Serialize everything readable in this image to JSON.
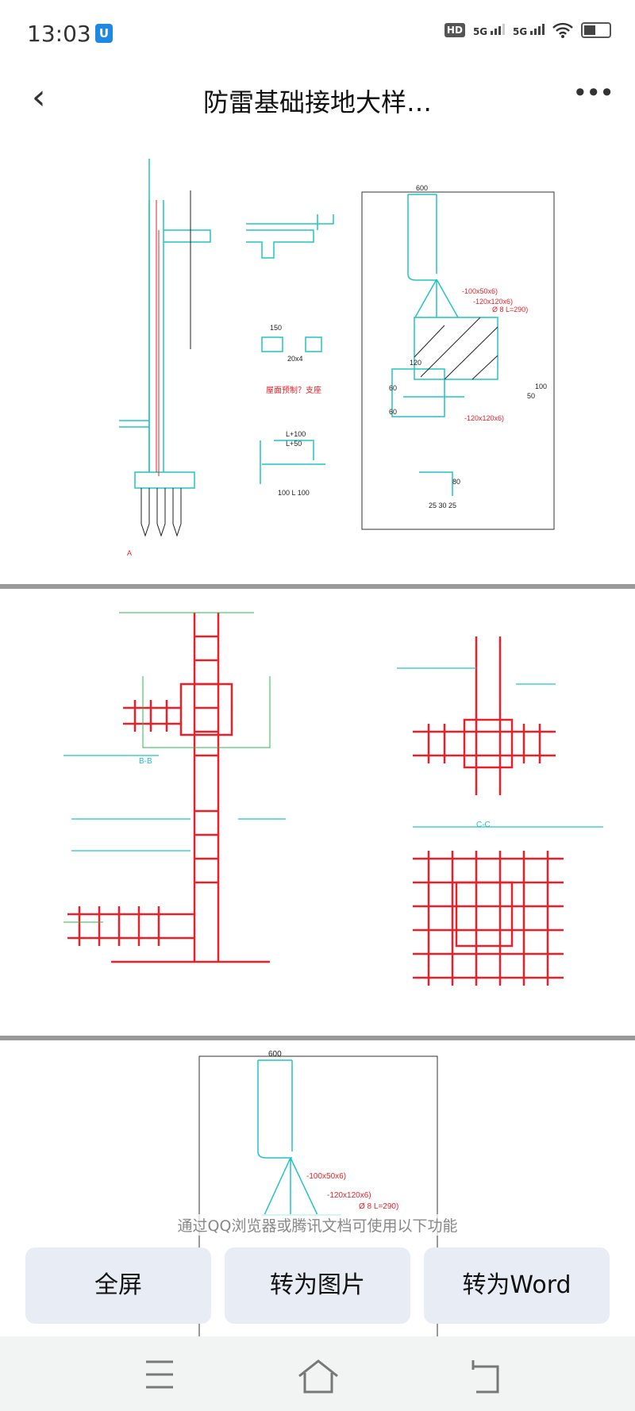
{
  "status_bar": {
    "time": "13:03",
    "app_badge": "U",
    "hd": "HD",
    "net1": "5G",
    "net2": "5G",
    "icons": [
      "hd-icon",
      "signal-icon",
      "signal-icon",
      "wifi-icon",
      "battery-icon"
    ]
  },
  "header": {
    "back_icon": "chevron-left-icon",
    "title": "防雷基础接地大样…",
    "more_icon": "more-dots-icon"
  },
  "drawings": {
    "sheet1": {
      "labels": [
        "A",
        "600",
        "-100x50x6)",
        "-120x120x6)",
        "Ø 8  L=290)",
        "120",
        "60",
        "60",
        "-120x120x6)",
        "80",
        "25 30 25",
        "100",
        "50",
        "150",
        "20x4",
        "L+100",
        "L+50",
        "100  L  100",
        "屋面预制？支座"
      ]
    },
    "sheet2": {
      "labels": [
        "B-B",
        "C-C"
      ]
    },
    "sheet3": {
      "labels": [
        "600",
        "-100x50x6)",
        "-120x120x6)",
        "Ø 8  L=290)"
      ]
    }
  },
  "hint": "通过QQ浏览器或腾讯文档可使用以下功能",
  "actions": [
    {
      "label": "全屏"
    },
    {
      "label": "转为图片"
    },
    {
      "label": "转为Word"
    }
  ],
  "nav": {
    "icons": [
      "menu-icon",
      "home-icon",
      "back-icon"
    ]
  },
  "colors": {
    "cad_red": "#e8202a",
    "cad_cyan": "#22c3c3",
    "cad_green": "#2ab84a",
    "button_bg": "#e8ecf4"
  }
}
